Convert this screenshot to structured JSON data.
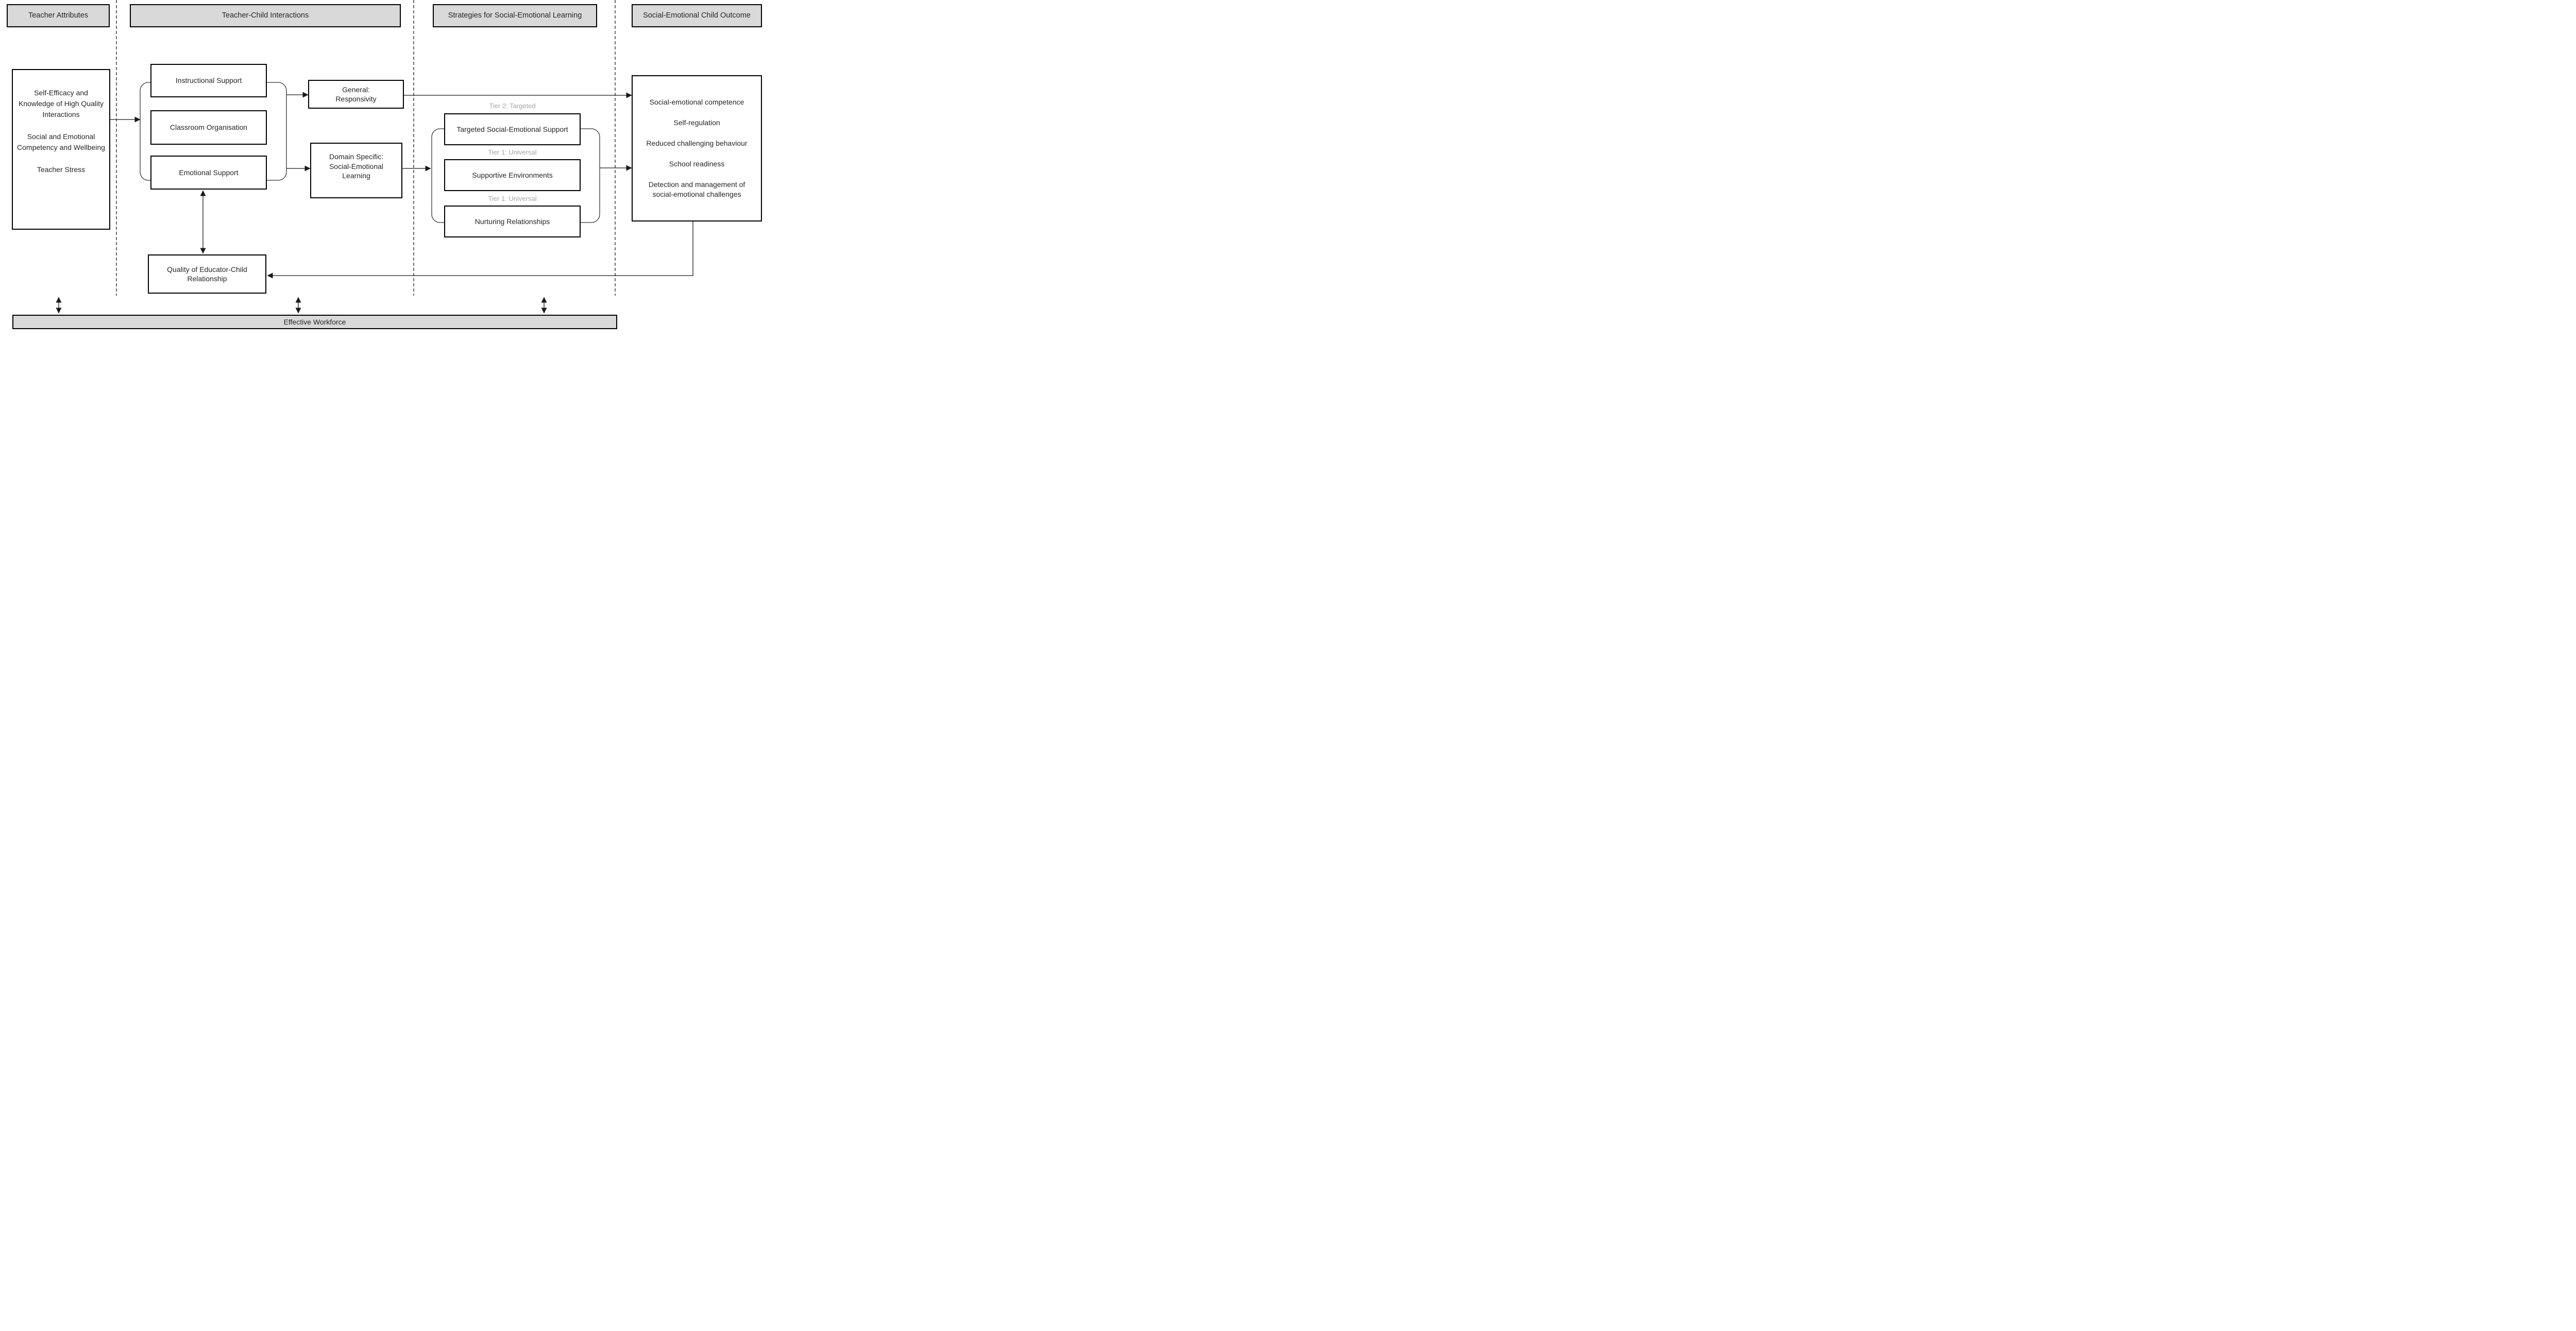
{
  "headers": {
    "teacher_attributes": "Teacher Attributes",
    "teacher_child_interactions": "Teacher-Child Interactions",
    "strategies": "Strategies for Social-Emotional Learning",
    "child_outcome": "Social-Emotional Child Outcome"
  },
  "teacher_attributes": {
    "items": [
      "Self-Efficacy  and Knowledge of High Quality Interactions",
      "Social and Emotional Competency and Wellbeing",
      "Teacher Stress"
    ]
  },
  "interactions": {
    "instructional": "Instructional Support",
    "classroom": "Classroom Organisation",
    "emotional": "Emotional Support"
  },
  "mediators": {
    "general": "General:\nResponsivity",
    "domain_specific": "Domain Specific:\nSocial-Emotional\nLearning"
  },
  "strategies": {
    "tiers": [
      {
        "label": "Tier 2: Targeted",
        "box": "Targeted Social-Emotional Support"
      },
      {
        "label": "Tier 1: Universal",
        "box": "Supportive Environments"
      },
      {
        "label": "Tier 1: Universal",
        "box": "Nurturing Relationships"
      }
    ]
  },
  "outcomes": {
    "items": [
      "Social-emotional competence",
      "Self-regulation",
      "Reduced challenging behaviour",
      "School readiness",
      "Detection and management of social-emotional challenges"
    ]
  },
  "relationship": {
    "label": "Quality of Educator-Child Relationship"
  },
  "workforce": {
    "label": "Effective Workforce"
  },
  "colors": {
    "panel_fill": "#d9d9d9",
    "tier_label": "#a6a6a6",
    "line": "#1a1a1a"
  }
}
